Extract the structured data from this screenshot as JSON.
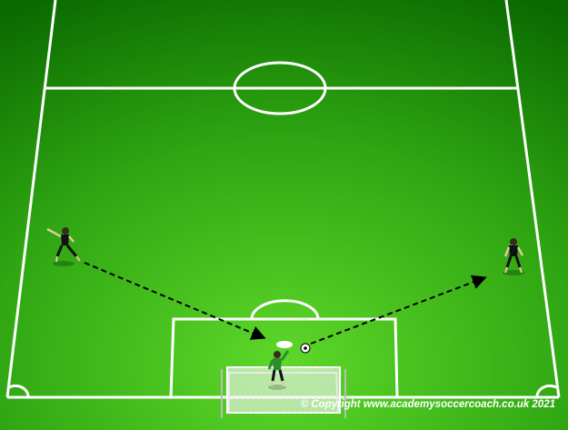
{
  "diagram": {
    "copyright": "© Copyright www.academysoccercoach.co.uk 2021",
    "colors": {
      "grass_light": "#5ed82a",
      "grass_dark": "#0a6a00",
      "lines": "#ffffff",
      "arrow": "#000000",
      "player_kit": "#111111",
      "keeper_kit": "#2e8b2e"
    },
    "players": [
      {
        "role": "outfield-player",
        "side": "left"
      },
      {
        "role": "outfield-player",
        "side": "right"
      },
      {
        "role": "goalkeeper",
        "side": "goal"
      }
    ],
    "arrows": [
      {
        "from": "left-player",
        "to": "goalkeeper",
        "style": "dashed"
      },
      {
        "from": "goalkeeper",
        "to": "right-player",
        "style": "dashed"
      }
    ]
  }
}
